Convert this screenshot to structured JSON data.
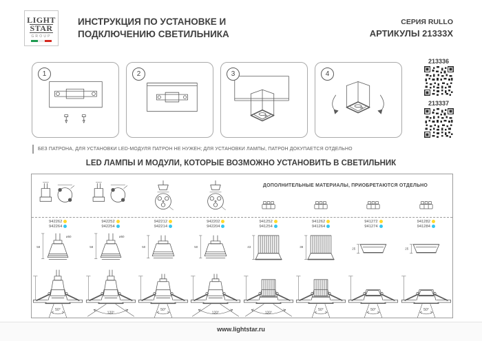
{
  "header": {
    "logo_line1": "LIGHT",
    "logo_line2": "STAR",
    "logo_line3": "GROUP",
    "title_line1": "ИНСТРУКЦИЯ ПО УСТАНОВКЕ И",
    "title_line2": "ПОДКЛЮЧЕНИЮ СВЕТИЛЬНИКА",
    "series_label": "СЕРИЯ RULLO",
    "articles_label": "АРТИКУЛЫ 21333X",
    "flag_colors": [
      "#1e9a50",
      "#ffffff",
      "#d5281f"
    ]
  },
  "qr_codes": [
    {
      "label": "213336"
    },
    {
      "label": "213337"
    }
  ],
  "steps": [
    {
      "number": "1"
    },
    {
      "number": "2"
    },
    {
      "number": "3"
    },
    {
      "number": "4"
    }
  ],
  "note": "БЕЗ ПАТРОНА, ДЛЯ УСТАНОВКИ LED-МОДУЛЯ ПАТРОН НЕ НУЖЕН; ДЛЯ УСТАНОВКИ ЛАМПЫ, ПАТРОН ДОКУПАЕТСЯ ОТДЕЛЬНО",
  "section_title": "LED ЛАМПЫ И МОДУЛИ, КОТОРЫЕ ВОЗМОЖНО УСТАНОВИТЬ В СВЕТИЛЬНИК",
  "panel": {
    "extras_title": "ДОПОЛНИТЕЛЬНЫЕ МАТЕРИАЛЫ, ПРИОБРЕТАЮТСЯ ОТДЕЛЬНО",
    "colors": {
      "warm_dot": "#ffd92b",
      "cool_dot": "#35c6f0"
    },
    "columns": [
      {
        "articles": [
          {
            "code": "942262"
          },
          {
            "code": "942264"
          }
        ],
        "height": "58",
        "dia": "ø50",
        "beam": "50°"
      },
      {
        "articles": [
          {
            "code": "942252"
          },
          {
            "code": "942254"
          }
        ],
        "height": "58",
        "dia": "ø50",
        "beam": "120°"
      },
      {
        "articles": [
          {
            "code": "942212"
          },
          {
            "code": "942214"
          }
        ],
        "height": "50",
        "beam": "50°"
      },
      {
        "articles": [
          {
            "code": "942202"
          },
          {
            "code": "942204"
          }
        ],
        "height": "50",
        "beam": "120°"
      },
      {
        "articles": [
          {
            "code": "941252"
          },
          {
            "code": "941254"
          }
        ],
        "height": "43",
        "beam": "120°"
      },
      {
        "articles": [
          {
            "code": "941262"
          },
          {
            "code": "941264"
          }
        ],
        "height": "38",
        "beam": "50°"
      },
      {
        "articles": [
          {
            "code": "941272"
          },
          {
            "code": "941274"
          }
        ],
        "height": "25",
        "beam": "50°"
      },
      {
        "articles": [
          {
            "code": "941282"
          },
          {
            "code": "941284"
          }
        ],
        "height": "25",
        "beam": "50°"
      }
    ]
  },
  "footer": {
    "url": "www.lightstar.ru"
  }
}
